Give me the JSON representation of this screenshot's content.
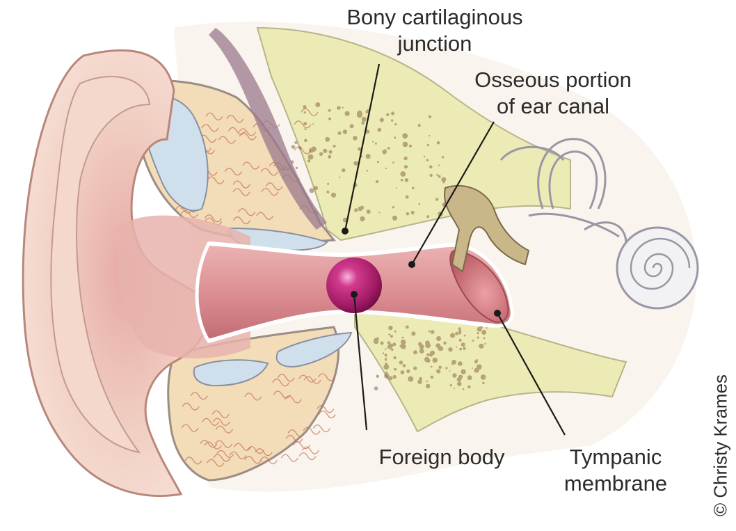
{
  "labels": {
    "bony_junction": [
      "Bony cartilaginous",
      "junction"
    ],
    "osseous_portion": [
      "Osseous portion",
      "of ear canal"
    ],
    "foreign_body": [
      "Foreign body"
    ],
    "tympanic_membrane": [
      "Tympanic",
      "membrane"
    ]
  },
  "credit": "© Christy Krames",
  "colors": {
    "skin": "#f1d2c6",
    "skin_outline": "#b9877a",
    "canal": "#d98b8e",
    "canal_dark": "#b55a62",
    "bone": "#ece9b4",
    "bone_dots": "#8a6a42",
    "cartilage": "#f3dcb8",
    "cartilage_lines": "#c46a4e",
    "blue_gap": "#cfe0ec",
    "foreign_body": "#b0206e",
    "leader": "#1a1a1a",
    "inner_ear": "#f2f1f3",
    "inner_ear_outline": "#9a96a6"
  }
}
